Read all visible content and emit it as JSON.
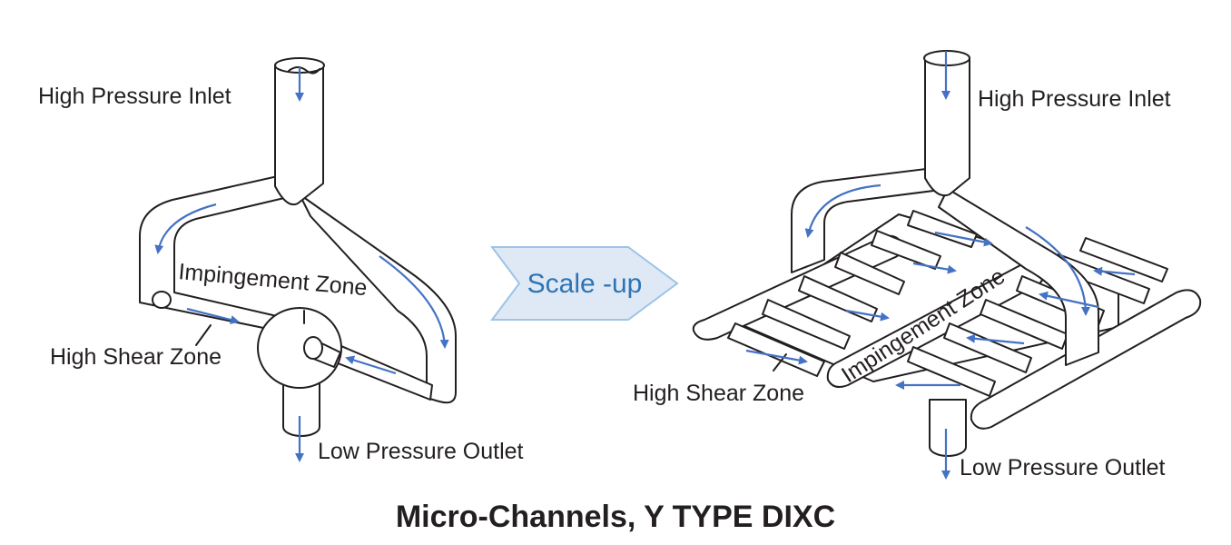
{
  "title": "Micro-Channels,  Y TYPE DIXC",
  "scale_up": "Scale -up",
  "left": {
    "inlet": "High Pressure Inlet",
    "impingement": "Impingement Zone",
    "shear": "High Shear Zone",
    "outlet": "Low Pressure Outlet"
  },
  "right": {
    "inlet": "High Pressure Inlet",
    "impingement": "Impingement Zone",
    "shear": "High Shear Zone",
    "outlet": "Low Pressure Outlet"
  },
  "colors": {
    "arrow": "#4472c4",
    "line": "#231f20",
    "scale_arrow_fill": "#dfe9f5",
    "scale_arrow_stroke": "#9dc3e6",
    "scale_text": "#2e74b5"
  }
}
